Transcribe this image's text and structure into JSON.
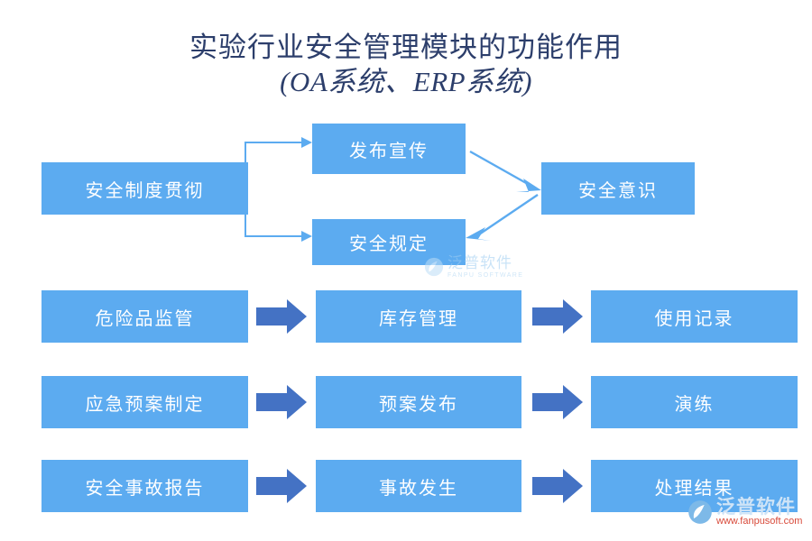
{
  "title": {
    "line1": "实验行业安全管理模块的功能作用",
    "line2": "(OA系统、ERP系统)",
    "color": "#2c3e6b"
  },
  "theme": {
    "box_fill": "#5cabf0",
    "box_text": "#ffffff",
    "block_arrow_fill": "#4472c4",
    "line_arrow_stroke": "#5cabf0",
    "background": "#ffffff"
  },
  "top_cluster": {
    "source": {
      "label": "安全制度贯彻"
    },
    "branch_top": {
      "label": "发布宣传"
    },
    "branch_bottom": {
      "label": "安全规定"
    },
    "outcome": {
      "label": "安全意识"
    },
    "connectors": [
      {
        "from": "安全制度贯彻",
        "to": "发布宣传",
        "style": "elbow-arrow"
      },
      {
        "from": "安全制度贯彻",
        "to": "安全规定",
        "style": "elbow-arrow"
      },
      {
        "from": "发布宣传",
        "to": "安全意识",
        "style": "diagonal-arrow"
      },
      {
        "from": "安全意识",
        "to": "安全规定",
        "style": "diagonal-arrow"
      }
    ]
  },
  "flows": [
    {
      "name": "hazardous-materials",
      "steps": [
        "危险品监管",
        "库存管理",
        "使用记录"
      ],
      "connector": "block-arrow-right"
    },
    {
      "name": "emergency-plan",
      "steps": [
        "应急预案制定",
        "预案发布",
        "演练"
      ],
      "connector": "block-arrow-right"
    },
    {
      "name": "accident-handling",
      "steps": [
        "安全事故报告",
        "事故发生",
        "处理结果"
      ],
      "connector": "block-arrow-right"
    }
  ],
  "watermarks": {
    "center": {
      "main": "泛普软件",
      "sub": "FANPU SOFTWARE"
    },
    "corner": {
      "main": "泛普软件",
      "sub": "www.fanpusoft.com"
    }
  }
}
